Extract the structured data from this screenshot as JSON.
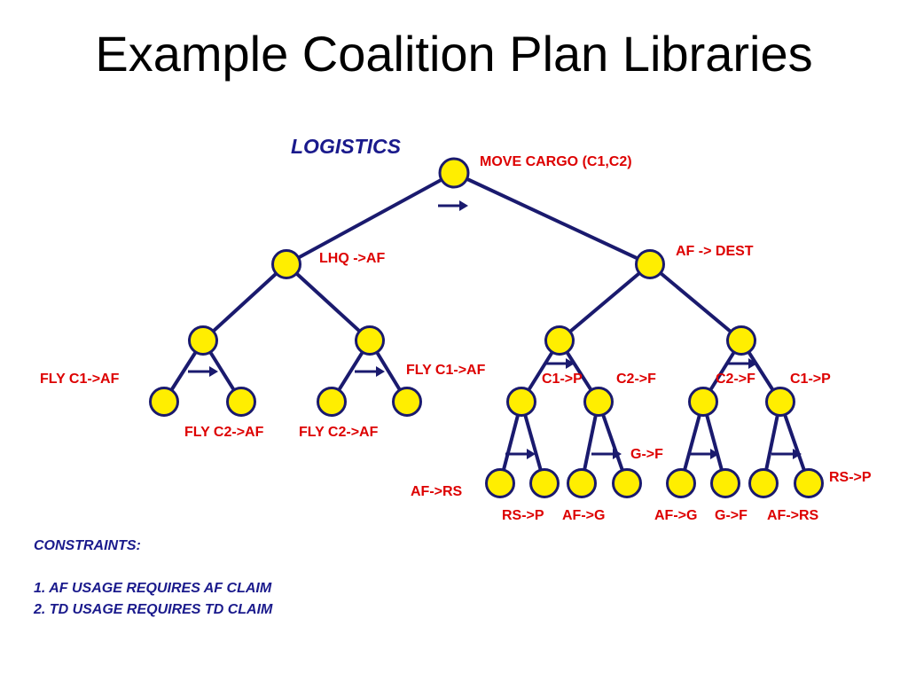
{
  "title": "Example Coalition Plan Libraries",
  "section_label": "LOGISTICS",
  "colors": {
    "node_fill": "#ffee00",
    "node_stroke": "#1a1a6e",
    "edge": "#1a1a6e",
    "arrow": "#1a1a6e",
    "label": "#dd0000",
    "heading": "#1a1a8c"
  },
  "labels": {
    "root": "MOVE CARGO (C1,C2)",
    "lhq_af": "LHQ ->AF",
    "af_dest": "AF -> DEST",
    "fly_c1_af_left": "FLY C1->AF",
    "fly_c1_af_right": "FLY C1->AF",
    "fly_c2_af_a": "FLY C2->AF",
    "fly_c2_af_b": "FLY C2->AF",
    "c1_p_a": "C1->P",
    "c2_f_a": "C2->F",
    "c2_f_b": "C2->F",
    "c1_p_b": "C1->P",
    "g_f_upper": "G->F",
    "rs_p_upper": "RS->P",
    "af_rs_left": "AF->RS",
    "rs_p_bottom": "RS->P",
    "af_g_a": "AF->G",
    "af_g_b": "AF->G",
    "g_f_bottom": "G->F",
    "af_rs_bottom": "AF->RS"
  },
  "constraints": {
    "heading": "CONSTRAINTS:",
    "items": [
      "1. AF USAGE REQUIRES AF CLAIM",
      "2. TD USAGE REQUIRES TD CLAIM"
    ]
  }
}
